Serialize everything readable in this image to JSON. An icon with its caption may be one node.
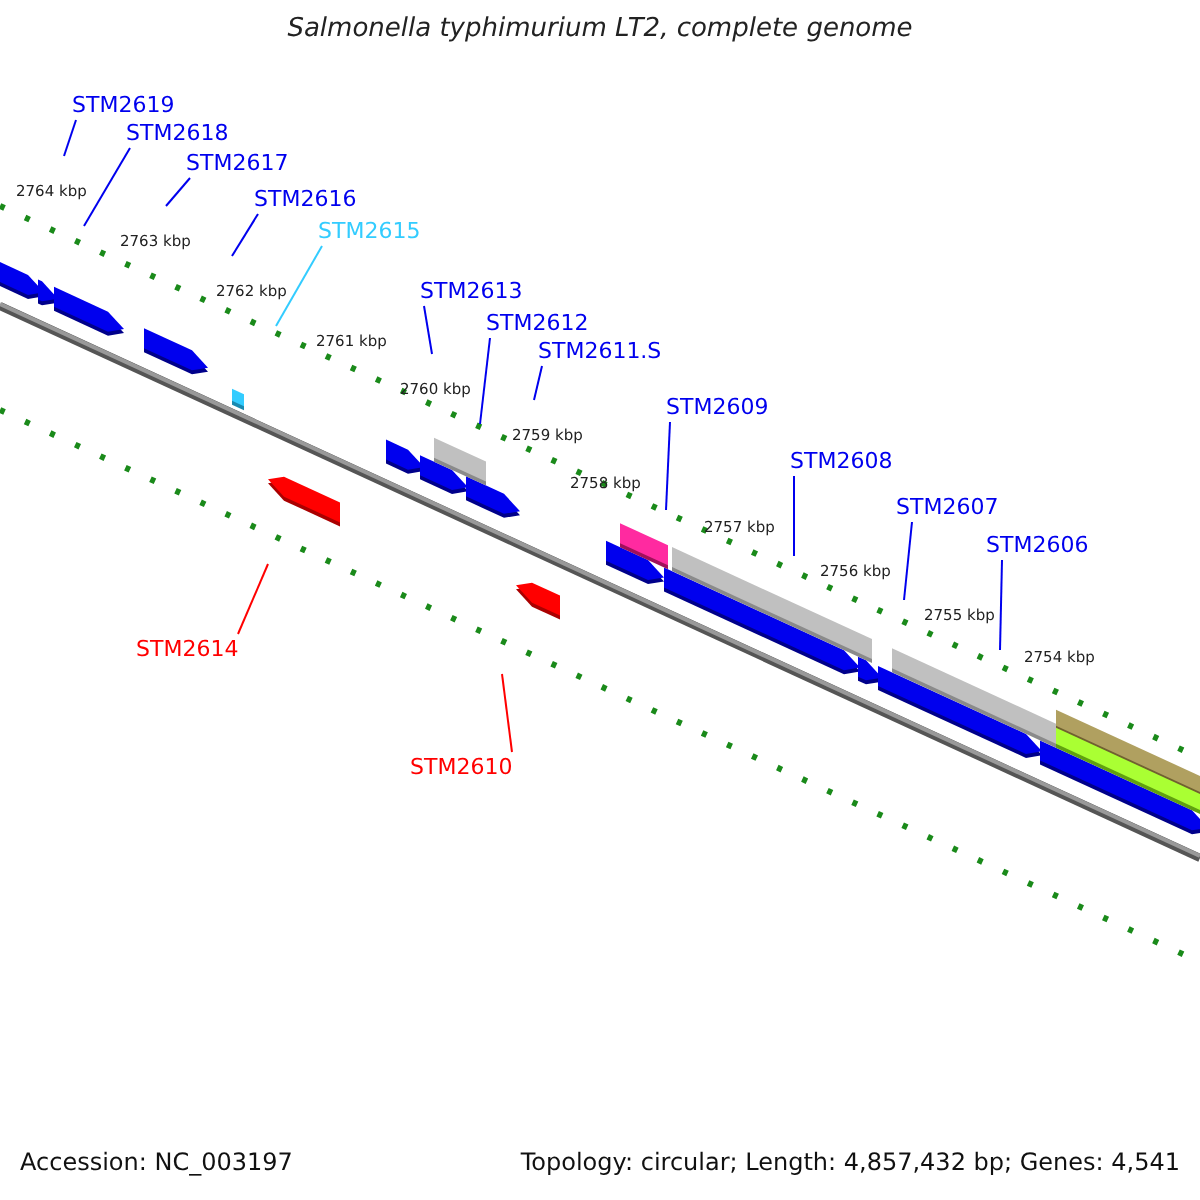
{
  "diagram": {
    "title": "Salmonella typhimurium LT2, complete genome",
    "nodes": [
      {
        "text": [
          "STM2619"
        ]
      },
      {
        "text": [
          "STM2618"
        ]
      },
      {
        "text": [
          "STM2617"
        ]
      },
      {
        "text": [
          "STM2616"
        ]
      },
      {
        "text": [
          "STM2615"
        ]
      },
      {
        "text": [
          "STM2613"
        ]
      },
      {
        "text": [
          "STM2612"
        ]
      },
      {
        "text": [
          "STM2611.S"
        ]
      },
      {
        "text": [
          "STM2609"
        ]
      },
      {
        "text": [
          "STM2608"
        ]
      },
      {
        "text": [
          "STM2607"
        ]
      },
      {
        "text": [
          "STM2606"
        ]
      },
      {
        "text": [
          "STM2614"
        ]
      },
      {
        "text": [
          "STM2610"
        ]
      }
    ],
    "edges": [
      {
        "from": 0,
        "to": null,
        "arrow": "none"
      },
      {
        "from": 1,
        "to": null,
        "arrow": "none"
      },
      {
        "from": 2,
        "to": null,
        "arrow": "none"
      },
      {
        "from": 3,
        "to": null,
        "arrow": "none"
      },
      {
        "from": 4,
        "to": null,
        "arrow": "none",
        "color": "#33ccff"
      },
      {
        "from": 5,
        "to": null,
        "arrow": "none"
      },
      {
        "from": 6,
        "to": null,
        "arrow": "none"
      },
      {
        "from": 7,
        "to": null,
        "arrow": "none"
      },
      {
        "from": 8,
        "to": null,
        "arrow": "none"
      },
      {
        "from": 9,
        "to": null,
        "arrow": "none"
      },
      {
        "from": 10,
        "to": null,
        "arrow": "none"
      },
      {
        "from": 11,
        "to": null,
        "arrow": "none"
      },
      {
        "from": 12,
        "to": null,
        "arrow": "none",
        "color": "#ff0000"
      },
      {
        "from": 13,
        "to": null,
        "arrow": "none",
        "color": "#ff0000"
      }
    ],
    "labels": [
      "2764 kbp",
      "2763 kbp",
      "2762 kbp",
      "2761 kbp",
      "2760 kbp",
      "2759 kbp",
      "2758 kbp",
      "2757 kbp",
      "2756 kbp",
      "2755 kbp",
      "2754 kbp",
      "Accession: NC_003197",
      "Topology: circular; Length: 4,857,432 bp; Genes: 4,541"
    ]
  }
}
